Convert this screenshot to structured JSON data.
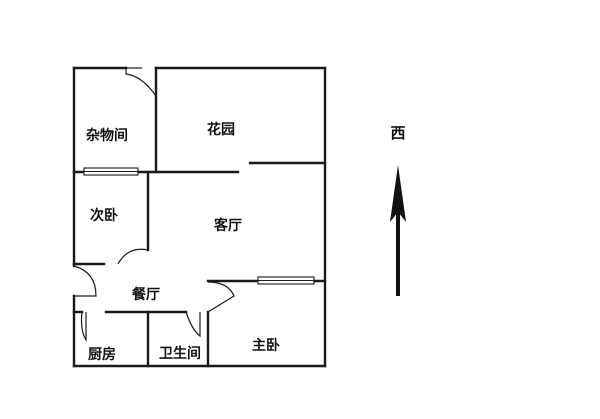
{
  "plan": {
    "rooms": {
      "storage": "杂物间",
      "garden": "花园",
      "second_bedroom": "次卧",
      "living_room": "客厅",
      "dining_room": "餐厅",
      "kitchen": "厨房",
      "bathroom": "卫生间",
      "master_bedroom": "主卧"
    },
    "compass": {
      "label": "西"
    }
  },
  "colors": {
    "wall": "#1a1a1a",
    "background": "#ffffff"
  }
}
